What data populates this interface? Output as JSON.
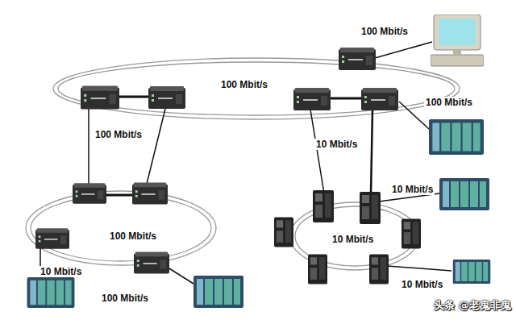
{
  "diagram": {
    "labels": [
      "100 Mbit/s",
      "100 Mbit/s",
      "100 Mbit/s",
      "100 Mbit/s",
      "10 Mbit/s",
      "10 Mbit/s",
      "100 Mbit/s",
      "10 Mbit/s",
      "10 Mbit/s",
      "10 Mbit/s",
      "100 Mbit/s",
      "头条 @老鬼非鬼"
    ]
  }
}
